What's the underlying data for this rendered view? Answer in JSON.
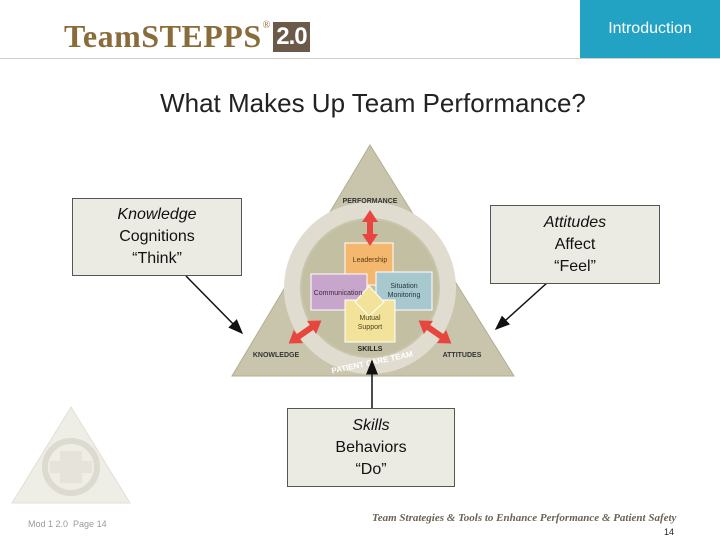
{
  "header": {
    "logo_text": "TeamSTEPPS",
    "logo_reg": "®",
    "logo_version": "2.0",
    "section": "Introduction"
  },
  "slide": {
    "title": "What Makes Up Team Performance?"
  },
  "diagram": {
    "corners": {
      "top": "PERFORMANCE",
      "left": "KNOWLEDGE",
      "right": "ATTITUDES"
    },
    "inner": {
      "leadership": "Leadership",
      "communication": "Communication",
      "situation_monitoring": [
        "Situation",
        "Monitoring"
      ],
      "mutual_support": [
        "Mutual",
        "Support"
      ],
      "skills": "SKILLS"
    },
    "ring_text": "PATIENT CARE TEAM",
    "colors": {
      "triangle": "#c9c5ac",
      "ring": "#e0ddd0",
      "arrows": "#e8453f",
      "leadership": "#f3b76d",
      "communication": "#c8a6cc",
      "situation_monitoring": "#a8c8cf",
      "mutual_support": "#f3e39a"
    }
  },
  "boxes": {
    "knowledge": {
      "title": "Knowledge",
      "line1": "Cognitions",
      "line2": "“Think”"
    },
    "attitudes": {
      "title": "Attitudes",
      "line1": "Affect",
      "line2": "“Feel”"
    },
    "skills": {
      "title": "Skills",
      "line1": "Behaviors",
      "line2": "“Do”"
    }
  },
  "footer": {
    "module": "Mod 1 2.0",
    "page_label": "Page 14",
    "tagline": "Team Strategies & Tools to Enhance Performance & Patient Safety",
    "page_number": "14"
  }
}
